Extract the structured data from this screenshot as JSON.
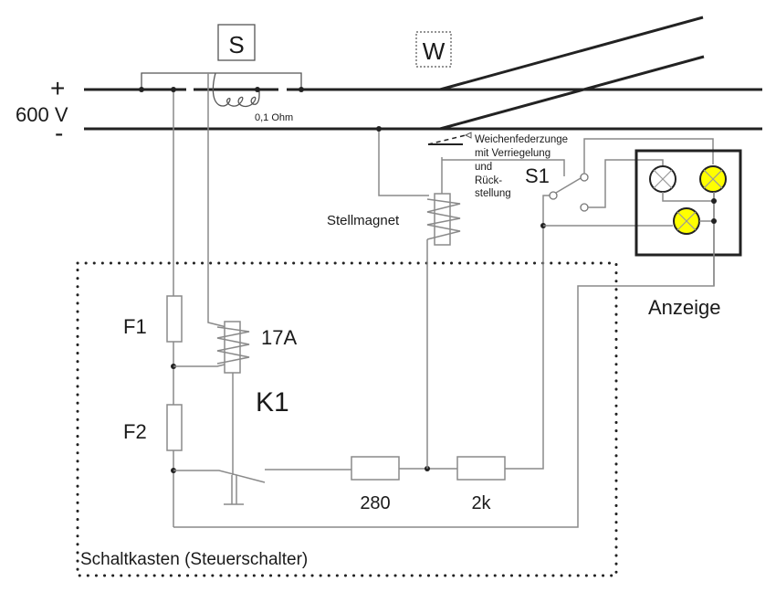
{
  "diagram": {
    "supply": {
      "plus": "+",
      "voltage": "600 V",
      "minus": "-"
    },
    "sections": {
      "s_label": "S",
      "w_label": "W"
    },
    "shunt_label": "0,1 Ohm",
    "switch_tongue": {
      "line1": "Weichenfederzunge",
      "line2": "mit Verriegelung",
      "line3": "und",
      "line4": "Rück-",
      "line5": "stellung"
    },
    "switch_label": "S1",
    "magnet_label": "Stellmagnet",
    "indicator_label": "Anzeige",
    "indicator_lamps": [
      {
        "name": "lamp-off",
        "color": "#ffffff"
      },
      {
        "name": "lamp-top-right",
        "color": "#ffff00"
      },
      {
        "name": "lamp-bottom",
        "color": "#ffff00"
      }
    ],
    "fuses": {
      "f1": "F1",
      "f2": "F2"
    },
    "relay": {
      "coil_label": "17A",
      "relay_label": "K1"
    },
    "resistors": {
      "r1": "280",
      "r2": "2k"
    },
    "control_box_label": "Schaltkasten (Steuerschalter)"
  }
}
